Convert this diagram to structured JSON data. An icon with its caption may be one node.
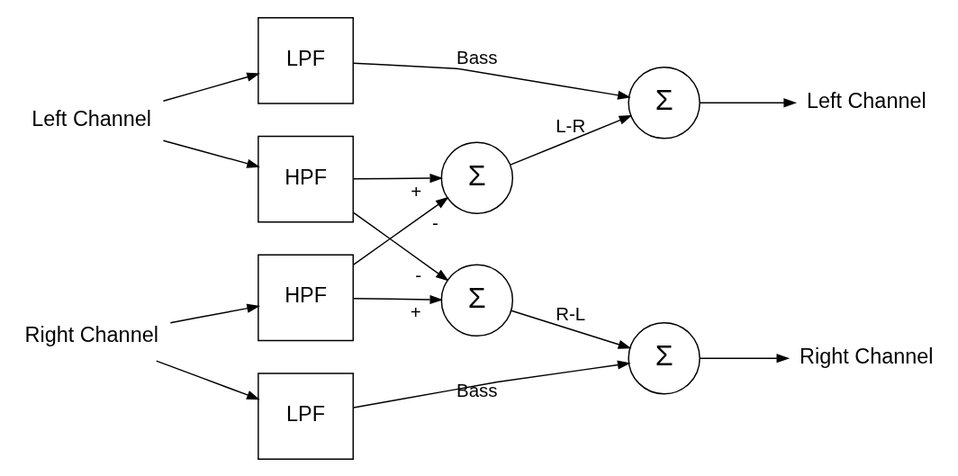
{
  "diagram": {
    "nodes": [
      {
        "text": [
          "Left Channel"
        ]
      },
      {
        "text": [
          "LPF"
        ]
      },
      {
        "text": [
          "HPF"
        ]
      },
      {
        "text": [
          "HPF"
        ]
      },
      {
        "text": [
          "LPF"
        ]
      },
      {
        "text": [
          "Right Channel"
        ]
      },
      {
        "text": [
          "Σ"
        ]
      },
      {
        "text": [
          "Σ"
        ]
      },
      {
        "text": [
          "Σ"
        ]
      },
      {
        "text": [
          "Σ"
        ]
      },
      {
        "text": [
          "Left Channel"
        ]
      },
      {
        "text": [
          "Right Channel"
        ]
      }
    ],
    "edges": [
      {
        "from": 0,
        "to": 1,
        "arrow": "to"
      },
      {
        "from": 0,
        "to": 2,
        "arrow": "to"
      },
      {
        "from": 5,
        "to": 3,
        "arrow": "to"
      },
      {
        "from": 5,
        "to": 4,
        "arrow": "to"
      },
      {
        "from": 1,
        "to": 6,
        "arrow": "to",
        "label": "Bass"
      },
      {
        "from": 2,
        "to": 7,
        "arrow": "to",
        "label": "+"
      },
      {
        "from": 2,
        "to": 8,
        "arrow": "to",
        "label": "-"
      },
      {
        "from": 3,
        "to": 7,
        "arrow": "to",
        "label": "-"
      },
      {
        "from": 3,
        "to": 8,
        "arrow": "to",
        "label": "+"
      },
      {
        "from": 7,
        "to": 6,
        "arrow": "to",
        "label": "L-R"
      },
      {
        "from": 8,
        "to": 9,
        "arrow": "to",
        "label": "R-L"
      },
      {
        "from": 4,
        "to": 9,
        "arrow": "to",
        "label": "Bass"
      },
      {
        "from": 6,
        "to": 10,
        "arrow": "to"
      },
      {
        "from": 9,
        "to": 11,
        "arrow": "to"
      }
    ]
  }
}
